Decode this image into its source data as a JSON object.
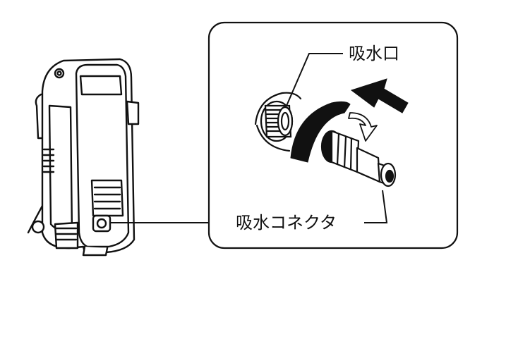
{
  "labels": {
    "intake_port": "吸水口",
    "intake_connector": "吸水コネクタ"
  },
  "icons": {
    "washer": "pressure-washer-unit",
    "port": "threaded-intake-port",
    "connector": "hose-connector",
    "rotation": "rotate-arrow",
    "push": "push-arrow"
  },
  "colors": {
    "ink": "#111111",
    "paper": "#ffffff"
  }
}
